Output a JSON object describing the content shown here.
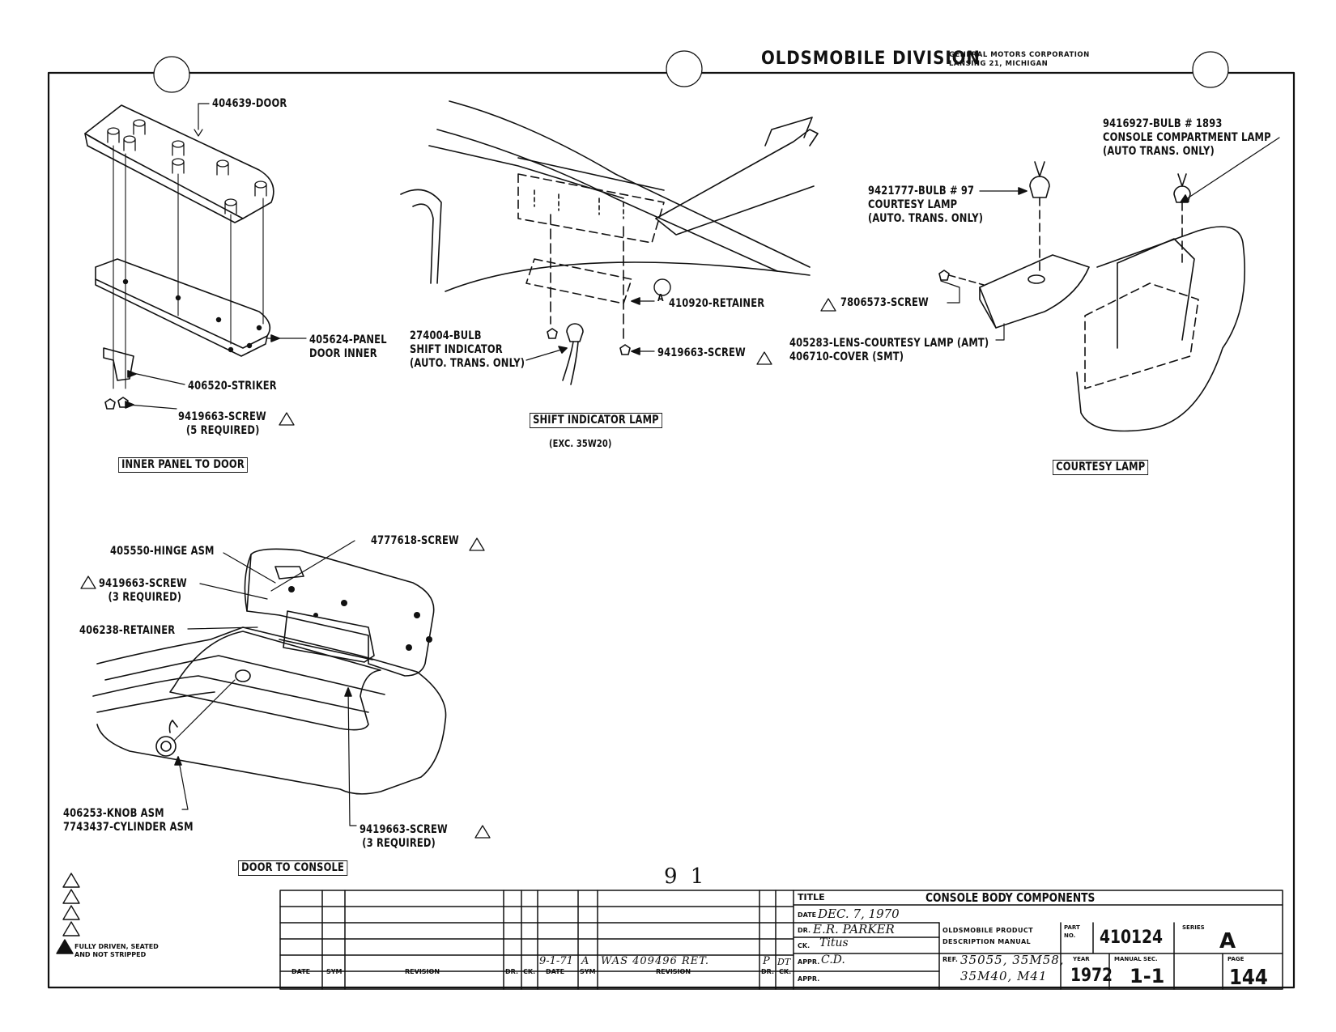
{
  "header": {
    "brand": "OLDSMOBILE DIVISION",
    "corp_line1": "GENERAL MOTORS CORPORATION",
    "corp_line2": "LANSING 21, MICHIGAN"
  },
  "inner_panel": {
    "door": "404639-DOOR",
    "panel_line1": "405624-PANEL",
    "panel_line2": "DOOR INNER",
    "striker": "406520-STRIKER",
    "screw": "9419663-SCREW",
    "screw_note": "(5 REQUIRED)",
    "caption": "INNER PANEL TO DOOR"
  },
  "shift_indicator": {
    "retainer": "410920-RETAINER",
    "bulb_line1": "274004-BULB",
    "bulb_line2": "SHIFT INDICATOR",
    "bulb_line3": "(AUTO. TRANS. ONLY)",
    "screw": "9419663-SCREW",
    "caption": "SHIFT INDICATOR LAMP",
    "caption_note": "(EXC. 35W20)",
    "callout": "A"
  },
  "courtesy": {
    "bulb1893_line1": "9416927-BULB # 1893",
    "bulb1893_line2": "CONSOLE COMPARTMENT LAMP",
    "bulb1893_line3": "(AUTO TRANS. ONLY)",
    "bulb97_line1": "9421777-BULB # 97",
    "bulb97_line2": "COURTESY LAMP",
    "bulb97_line3": "(AUTO. TRANS. ONLY)",
    "screw": "7806573-SCREW",
    "lens": "405283-LENS-COURTESY LAMP (AMT)",
    "cover": "406710-COVER (SMT)",
    "caption": "COURTESY LAMP"
  },
  "door_console": {
    "hinge": "405550-HINGE ASM",
    "screw_top": "4777618-SCREW",
    "screw_left": "9419663-SCREW",
    "screw_left_note": "(3 REQUIRED)",
    "retainer": "406238-RETAINER",
    "knob": "406253-KNOB ASM",
    "cylinder": "7743437-CYLINDER ASM",
    "screw_bottom": "9419663-SCREW",
    "screw_bottom_note": "(3 REQUIRED)",
    "caption": "DOOR TO CONSOLE"
  },
  "page_number": "9 1",
  "legend": {
    "note_line1": "FULLY DRIVEN, SEATED",
    "note_line2": "AND NOT STRIPPED"
  },
  "title_block": {
    "title_label": "TITLE",
    "title": "CONSOLE BODY COMPONENTS",
    "date_label": "DATE",
    "date": "DEC. 7, 1970",
    "dr_label": "DR.",
    "drafter": "E.R. PARKER",
    "ck_label": "CK.",
    "checker": "Titus",
    "appr_label": "APPR.",
    "approver": "C.D.",
    "appr2_label": "APPR.",
    "product_line1": "OLDSMOBILE PRODUCT",
    "product_line2": "DESCRIPTION MANUAL",
    "part_label": "PART",
    "no_label": "NO.",
    "part_no": "410124",
    "series_label": "SERIES",
    "series": "A",
    "ref_label": "REF.",
    "ref_line1": "35055, 35M58,",
    "ref_line2": "35M40, M41",
    "year_label": "YEAR",
    "year": "1972",
    "manual_label": "MANUAL SEC.",
    "manual_sec": "1-1",
    "page_label": "PAGE",
    "page": "144",
    "rev_headers": [
      "DATE",
      "SYM",
      "REVISION",
      "DR.",
      "CK.",
      "DATE",
      "SYM",
      "REVISION",
      "DR.",
      "CK."
    ],
    "rev_date": "9-1-71",
    "rev_sym": "A",
    "rev_text": "WAS 409496 RET.",
    "rev_dr": "P",
    "rev_ck": "DT"
  }
}
